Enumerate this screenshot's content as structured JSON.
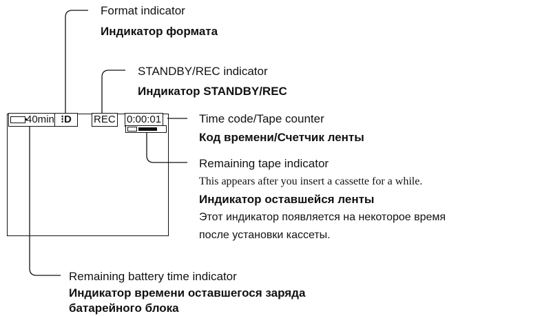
{
  "screen": {
    "battery_text": "40min",
    "format_icon": "hi8-format-icon",
    "rec_text": "REC",
    "timecode": "0:00:01",
    "tape_remaining_fraction": 0.7
  },
  "callouts": {
    "format": {
      "en": "Format indicator",
      "ru": "Индикатор формата"
    },
    "standby": {
      "en": "STANDBY/REC indicator",
      "ru": "Индикатор STANDBY/REC"
    },
    "timecode": {
      "en": "Time code/Tape counter",
      "ru": "Код времени/Счетчик ленты"
    },
    "tape": {
      "en": "Remaining tape indicator",
      "en_note": "This appears after you insert a cassette for a while.",
      "ru": "Индикатор оставшейся ленты",
      "ru_note_1": "Этот индикатор появляется на некоторое время",
      "ru_note_2": "после установки кассеты."
    },
    "battery": {
      "en": "Remaining battery time indicator",
      "ru_1": "Индикатор времени оставшегося заряда",
      "ru_2": "батарейного блока"
    }
  }
}
